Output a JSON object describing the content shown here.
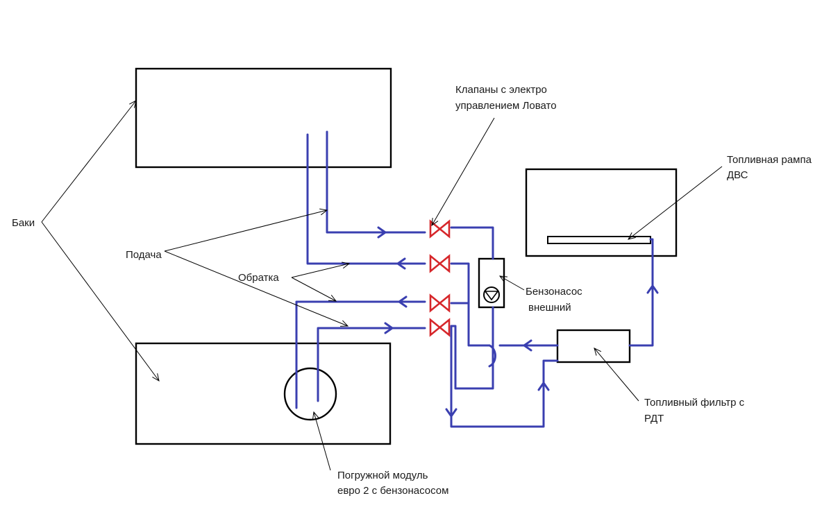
{
  "labels": {
    "tanks": "Баки",
    "supply": "Подача",
    "return": "Обратка",
    "valves_line1": "Клапаны с электро",
    "valves_line2": "управлением Ловато",
    "rail_line1": "Топливная рампа",
    "rail_line2": "ДВС",
    "ext_pump_line1": "Бензонасос",
    "ext_pump_line2": "внешний",
    "filter_line1": "Топливный фильтр с",
    "filter_line2": "РДТ",
    "module_line1": "Погружной модуль",
    "module_line2": "евро 2 с бензонасосом"
  },
  "colors": {
    "pipe": "#3a3fb0",
    "valve": "#d6262a",
    "outline": "#000000",
    "text": "#1a1a1a",
    "background": "#ffffff"
  }
}
